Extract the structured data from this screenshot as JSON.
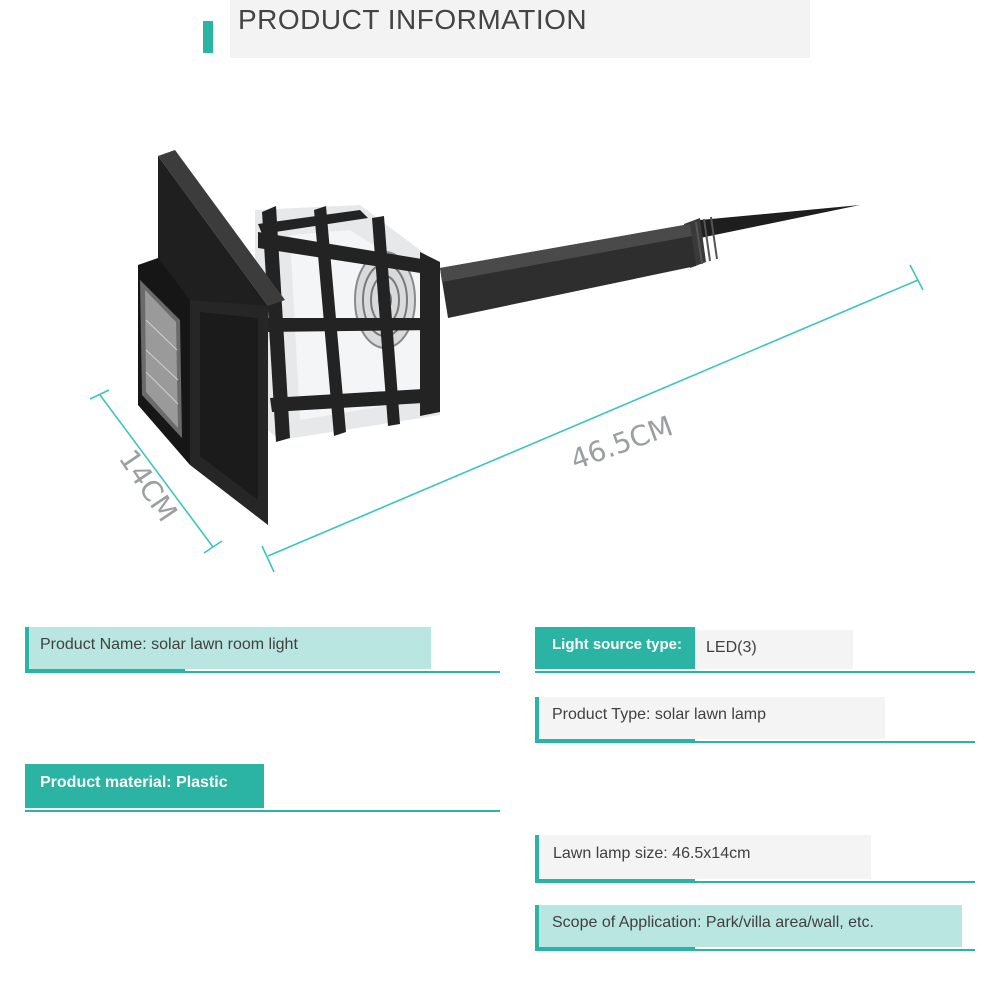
{
  "header": {
    "title": "PRODUCT INFORMATION"
  },
  "dimensions": {
    "length": "46.5CM",
    "width": "14CM"
  },
  "specs": {
    "product_name": "Product Name: solar lawn room light",
    "light_source_label": "Light source type:",
    "light_source_value": "LED(3)",
    "product_type": "Product Type: solar lawn lamp",
    "material": "Product material: Plastic",
    "size": "Lawn lamp size: 46.5x14cm",
    "scope": "Scope of Application: Park/villa area/wall, etc."
  },
  "colors": {
    "accent": "#2bb3a3",
    "mint": "#b9e6e0",
    "panel": "#f4f4f4",
    "lamp": "#2a2a2a"
  }
}
